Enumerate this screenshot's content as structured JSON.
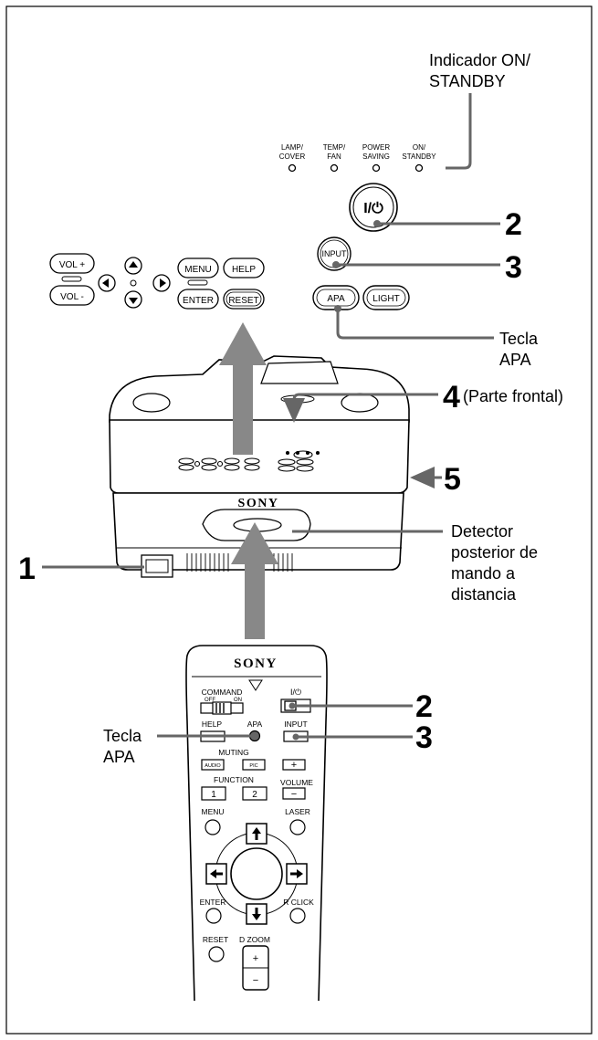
{
  "callouts": {
    "indicator_line1": "Indicador ON/",
    "indicator_line2": "STANDBY",
    "step1": "1",
    "step2": "2",
    "step3": "3",
    "step4": "4",
    "step5": "5",
    "parte_frontal": "(Parte frontal)",
    "tecla_apa_top_line1": "Tecla",
    "tecla_apa_top_line2": "APA",
    "detector_line1": "Detector",
    "detector_line2": "posterior de",
    "detector_line3": "mando a",
    "detector_line4": "distancia",
    "tecla_apa_remote_line1": "Tecla",
    "tecla_apa_remote_line2": "APA"
  },
  "indicators": {
    "lamp_cover_1": "LAMP/",
    "lamp_cover_2": "COVER",
    "temp_fan_1": "TEMP/",
    "temp_fan_2": "FAN",
    "power_saving_1": "POWER",
    "power_saving_2": "SAVING",
    "on_standby_1": "ON/",
    "on_standby_2": "STANDBY"
  },
  "control_panel": {
    "power": "I/⏻",
    "input": "INPUT",
    "apa": "APA",
    "light": "LIGHT",
    "vol_plus": "VOL +",
    "vol_minus": "VOL -",
    "menu": "MENU",
    "help": "HELP",
    "enter": "ENTER",
    "reset": "RESET"
  },
  "projector": {
    "brand": "SONY"
  },
  "remote": {
    "brand": "SONY",
    "command": "COMMAND",
    "off": "OFF",
    "on": "ON",
    "power": "I/⏻",
    "help": "HELP",
    "apa": "APA",
    "input": "INPUT",
    "muting": "MUTING",
    "audio": "AUDIO",
    "pic": "PIC",
    "plus": "+",
    "function": "FUNCTION",
    "fn1": "1",
    "fn2": "2",
    "volume": "VOLUME",
    "minus": "−",
    "menu": "MENU",
    "laser": "LASER",
    "enter": "ENTER",
    "r_click": "R CLICK",
    "reset": "RESET",
    "d_zoom": "D ZOOM",
    "zoom_plus": "+",
    "zoom_minus": "−"
  }
}
